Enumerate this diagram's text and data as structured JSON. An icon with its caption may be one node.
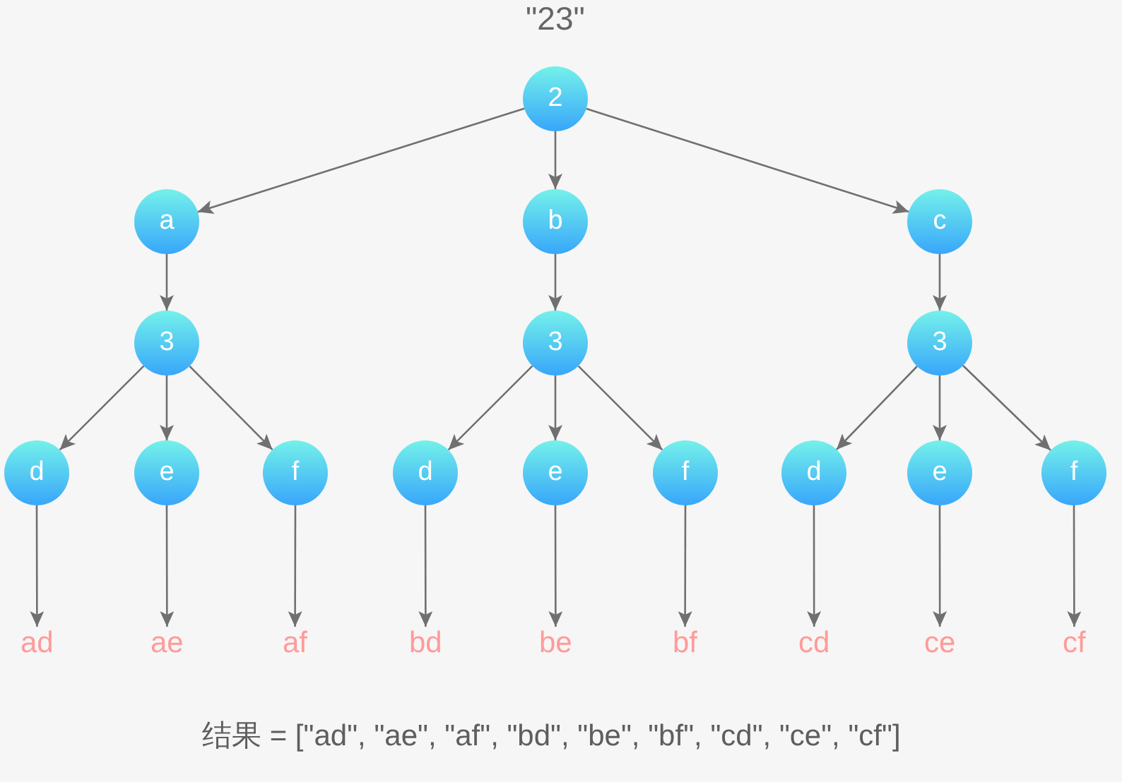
{
  "diagram": {
    "title": "\"23\"",
    "nodes": [
      {
        "text": [
          "2"
        ]
      },
      {
        "text": [
          "a"
        ]
      },
      {
        "text": [
          "b"
        ]
      },
      {
        "text": [
          "c"
        ]
      },
      {
        "text": [
          "3"
        ]
      },
      {
        "text": [
          "3"
        ]
      },
      {
        "text": [
          "3"
        ]
      },
      {
        "text": [
          "d"
        ]
      },
      {
        "text": [
          "e"
        ]
      },
      {
        "text": [
          "f"
        ]
      },
      {
        "text": [
          "d"
        ]
      },
      {
        "text": [
          "e"
        ]
      },
      {
        "text": [
          "f"
        ]
      },
      {
        "text": [
          "d"
        ]
      },
      {
        "text": [
          "e"
        ]
      },
      {
        "text": [
          "f"
        ]
      },
      {
        "text": [
          "ad"
        ]
      },
      {
        "text": [
          "ae"
        ]
      },
      {
        "text": [
          "af"
        ]
      },
      {
        "text": [
          "bd"
        ]
      },
      {
        "text": [
          "be"
        ]
      },
      {
        "text": [
          "bf"
        ]
      },
      {
        "text": [
          "cd"
        ]
      },
      {
        "text": [
          "ce"
        ]
      },
      {
        "text": [
          "cf"
        ]
      }
    ],
    "edges": [
      {
        "from": 0,
        "to": 1,
        "arrow": "to"
      },
      {
        "from": 0,
        "to": 2,
        "arrow": "to"
      },
      {
        "from": 0,
        "to": 3,
        "arrow": "to"
      },
      {
        "from": 1,
        "to": 4,
        "arrow": "to"
      },
      {
        "from": 2,
        "to": 5,
        "arrow": "to"
      },
      {
        "from": 3,
        "to": 6,
        "arrow": "to"
      },
      {
        "from": 4,
        "to": 7,
        "arrow": "to"
      },
      {
        "from": 4,
        "to": 8,
        "arrow": "to"
      },
      {
        "from": 4,
        "to": 9,
        "arrow": "to"
      },
      {
        "from": 5,
        "to": 10,
        "arrow": "to"
      },
      {
        "from": 5,
        "to": 11,
        "arrow": "to"
      },
      {
        "from": 5,
        "to": 12,
        "arrow": "to"
      },
      {
        "from": 6,
        "to": 13,
        "arrow": "to"
      },
      {
        "from": 6,
        "to": 14,
        "arrow": "to"
      },
      {
        "from": 6,
        "to": 15,
        "arrow": "to"
      },
      {
        "from": 7,
        "to": 16,
        "arrow": "to"
      },
      {
        "from": 8,
        "to": 17,
        "arrow": "to"
      },
      {
        "from": 9,
        "to": 18,
        "arrow": "to"
      },
      {
        "from": 10,
        "to": 19,
        "arrow": "to"
      },
      {
        "from": 11,
        "to": 20,
        "arrow": "to"
      },
      {
        "from": 12,
        "to": 21,
        "arrow": "to"
      },
      {
        "from": 13,
        "to": 22,
        "arrow": "to"
      },
      {
        "from": 14,
        "to": 23,
        "arrow": "to"
      },
      {
        "from": 15,
        "to": 24,
        "arrow": "to"
      }
    ],
    "labels": [
      "结果 = [\"ad\", \"ae\", \"af\", \"bd\", \"be\", \"bf\", \"cd\", \"ce\", \"cf\"]"
    ]
  }
}
